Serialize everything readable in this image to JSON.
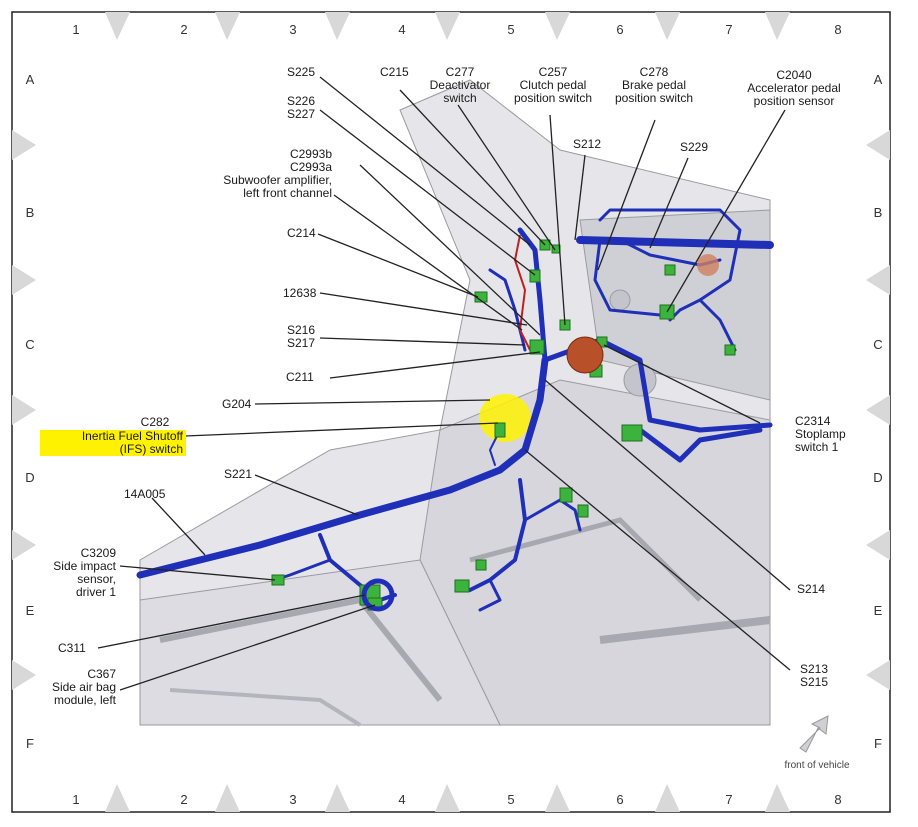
{
  "grid": {
    "columns": [
      "1",
      "2",
      "3",
      "4",
      "5",
      "6",
      "7",
      "8"
    ],
    "rows": [
      "A",
      "B",
      "C",
      "D",
      "E",
      "F"
    ]
  },
  "labels": {
    "s225": "S225",
    "c215": "C215",
    "c277": "C277\nDeactivator\nswitch",
    "c257": "C257\nClutch pedal\nposition switch",
    "c278": "C278\nBrake pedal\nposition switch",
    "c2040": "C2040\nAccelerator pedal\nposition sensor",
    "s226_s227": "S226\nS227",
    "s212": "S212",
    "s229": "S229",
    "c2993": "C2993b\nC2993a\nSubwoofer amplifier,\nleft front channel",
    "c214": "C214",
    "p12638": "12638",
    "s216_s217": "S216\nS217",
    "c211": "C211",
    "g204": "G204",
    "c282": "C282",
    "ifs": "Inertia Fuel Shutoff\n(IFS) switch",
    "c2314": "C2314\nStoplamp\nswitch 1",
    "s221": "S221",
    "p14a05": "14A005",
    "c3209": "C3209\nSide impact\nsensor,\ndriver 1",
    "s214": "S214",
    "c311": "C311",
    "c367": "C367\nSide air bag\nmodule, left",
    "s213_s215": "S213\nS215",
    "front": "front of vehicle"
  },
  "colors": {
    "harness": "#1f2fb8",
    "connector": "#3cb33c",
    "highlight": "#fff200",
    "grommet": "#c8582a",
    "body_panel": "#e4e4e8"
  }
}
